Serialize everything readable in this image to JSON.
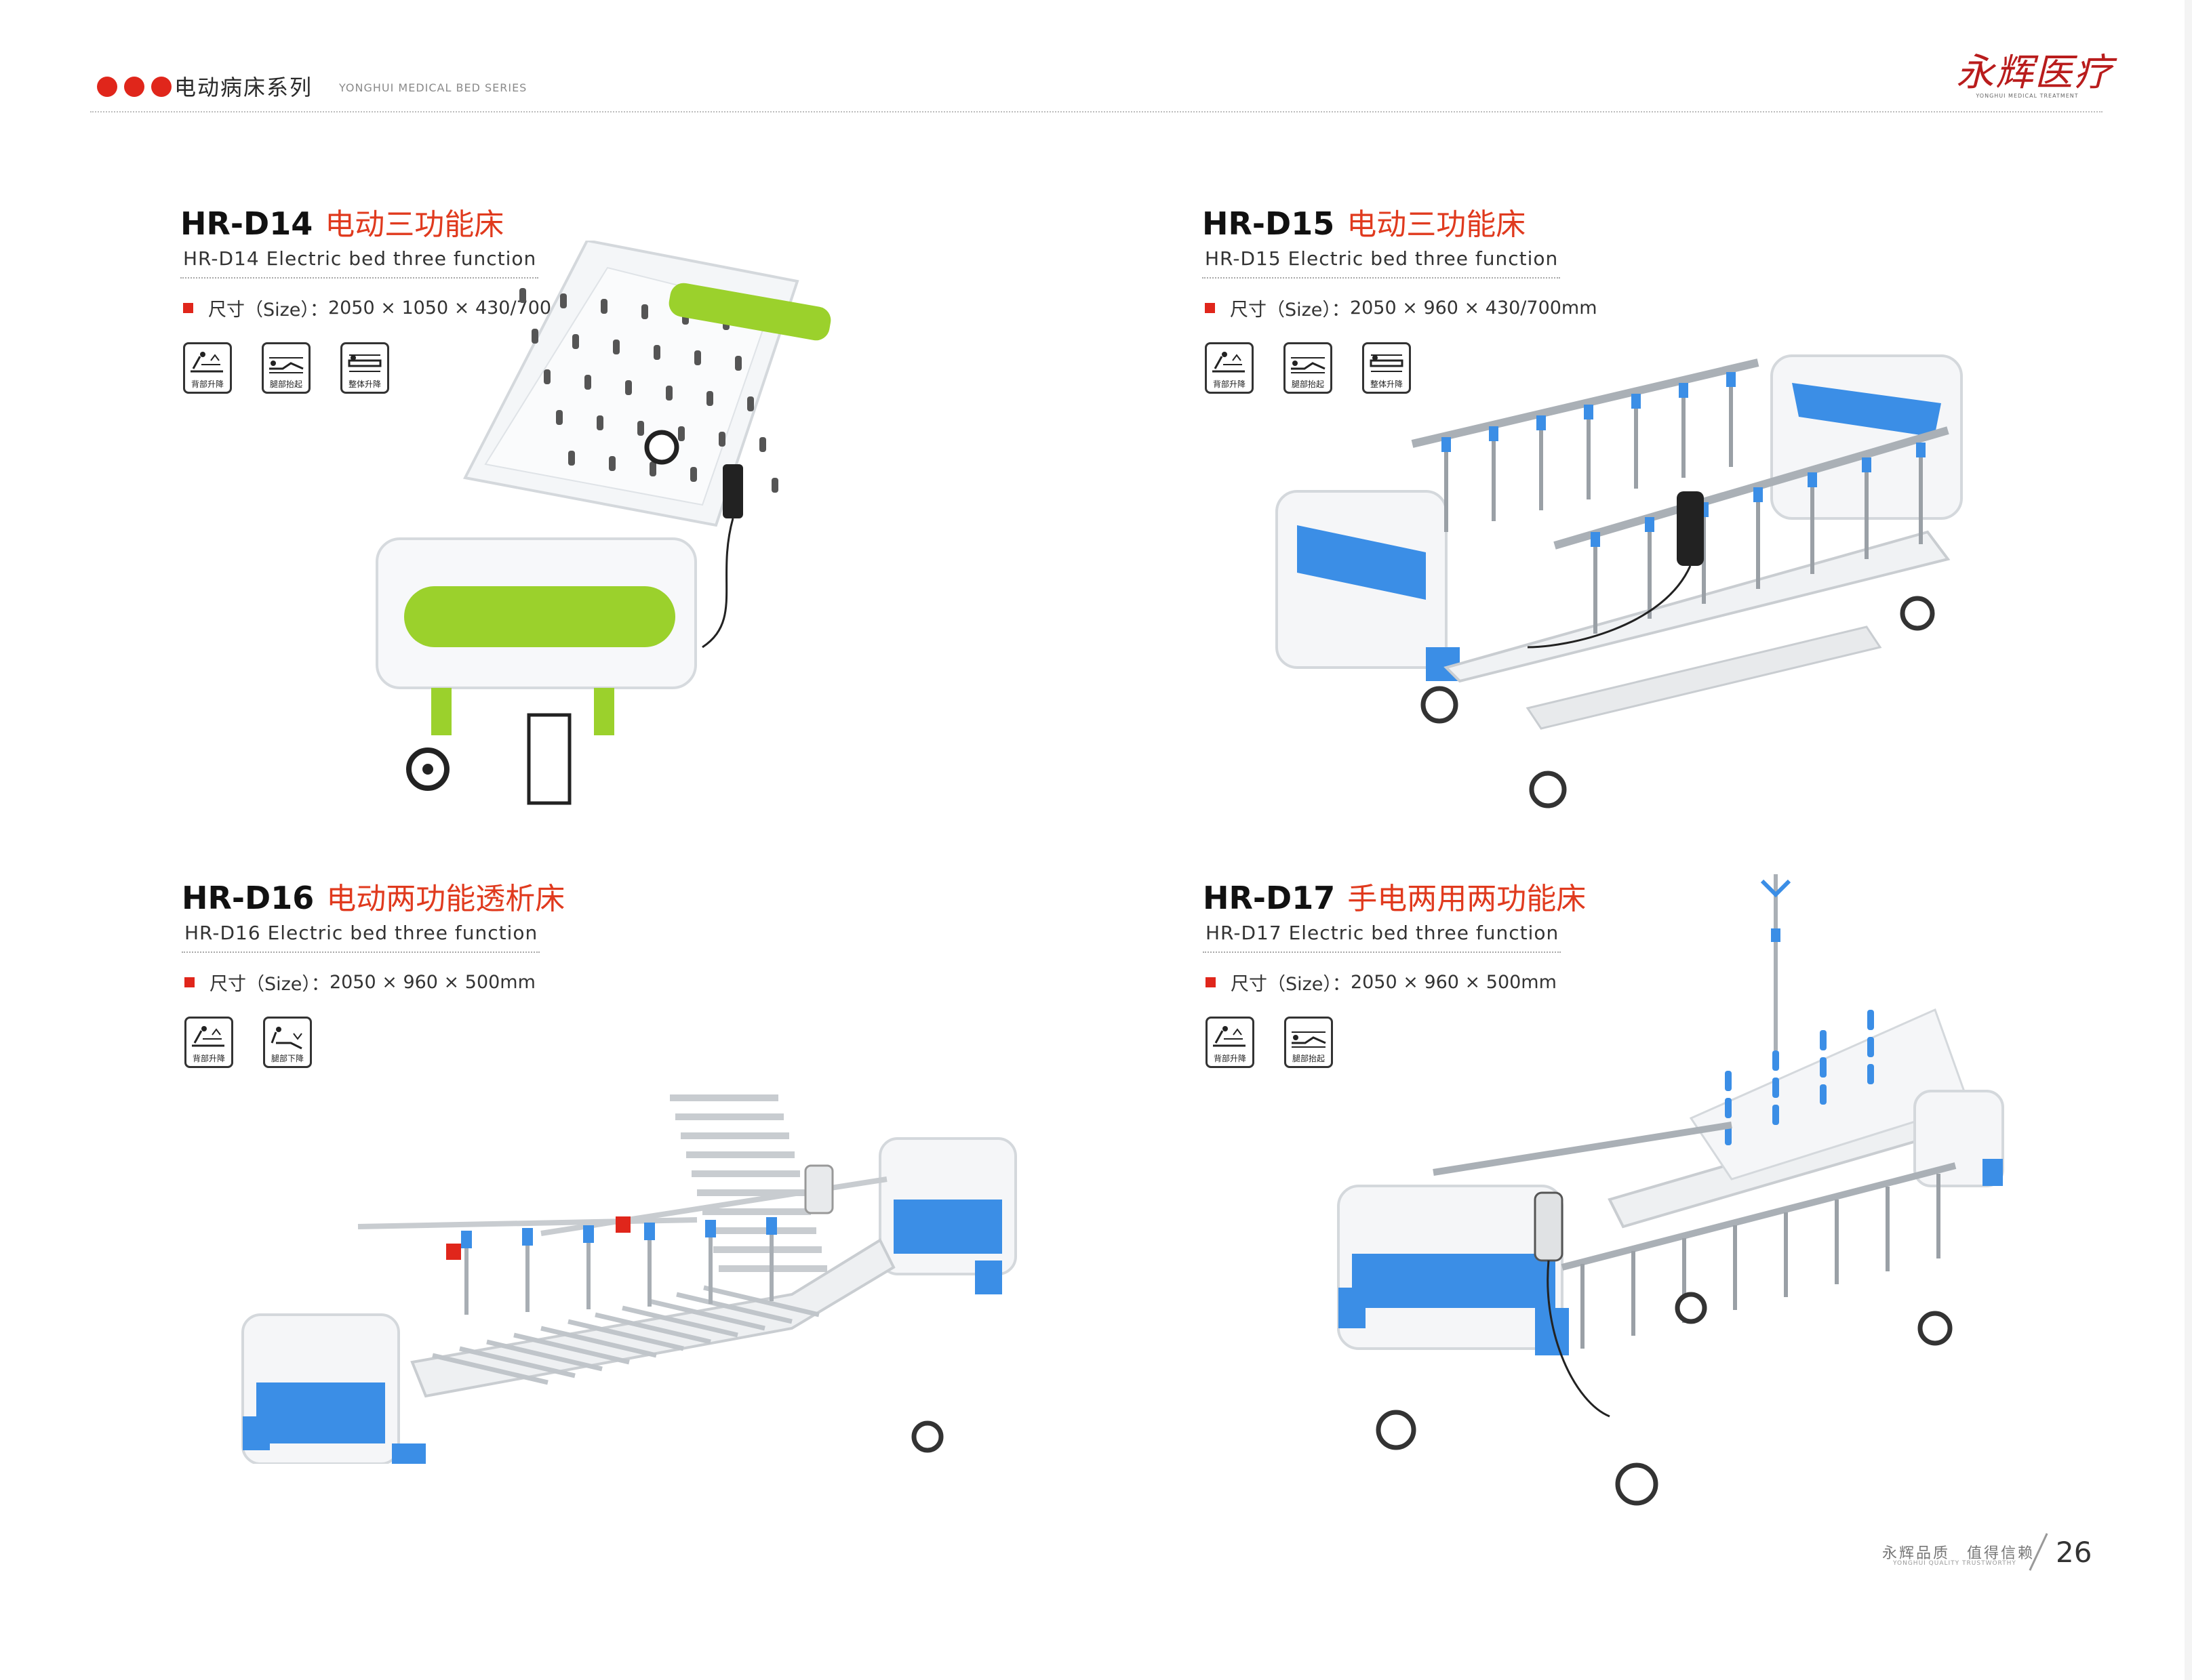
{
  "header": {
    "series_cn": "电动病床系列",
    "series_en": "YONGHUI MEDICAL BED SERIES",
    "logo_cn": "永辉医疗",
    "logo_en": "YONGHUI MEDICAL TREATMENT"
  },
  "products": [
    {
      "model": "HR-D14",
      "cn_name": "电动三功能床",
      "subtitle": "HR-D14 Electric bed three function",
      "size_label": "尺寸（Size）：",
      "size_value": "2050 × 1050 × 430/700mm",
      "icons": [
        {
          "name": "back-lift-icon",
          "caption": "背部升降"
        },
        {
          "name": "leg-lift-icon",
          "caption": "腿部抬起"
        },
        {
          "name": "whole-lift-icon",
          "caption": "整体升降"
        }
      ],
      "accent_color": "#9bd12c"
    },
    {
      "model": "HR-D15",
      "cn_name": "电动三功能床",
      "subtitle": "HR-D15 Electric bed three function",
      "size_label": "尺寸（Size）：",
      "size_value": "2050 × 960 × 430/700mm",
      "icons": [
        {
          "name": "back-lift-icon",
          "caption": "背部升降"
        },
        {
          "name": "leg-lift-icon",
          "caption": "腿部抬起"
        },
        {
          "name": "whole-lift-icon",
          "caption": "整体升降"
        }
      ],
      "accent_color": "#3b8ee6"
    },
    {
      "model": "HR-D16",
      "cn_name": "电动两功能透析床",
      "subtitle": "HR-D16 Electric bed three function",
      "size_label": "尺寸（Size）：",
      "size_value": "2050 × 960 × 500mm",
      "icons": [
        {
          "name": "back-lift-icon",
          "caption": "背部升降"
        },
        {
          "name": "leg-lower-icon",
          "caption": "腿部下降"
        }
      ],
      "accent_color": "#3b8ee6"
    },
    {
      "model": "HR-D17",
      "cn_name": "手电两用两功能床",
      "subtitle": "HR-D17 Electric bed three function",
      "size_label": "尺寸（Size）：",
      "size_value": "2050 × 960 × 500mm",
      "icons": [
        {
          "name": "back-lift-icon",
          "caption": "背部升降"
        },
        {
          "name": "leg-lift-icon",
          "caption": "腿部抬起"
        }
      ],
      "accent_color": "#3b8ee6"
    }
  ],
  "footer": {
    "slogan_cn": "永辉品质　值得信赖",
    "slogan_en": "YONGHUI QUALITY TRUSTWORTHY",
    "page_number": "26"
  },
  "colors": {
    "brand_red": "#e0261b",
    "title_orange": "#e03a1e",
    "green_accent": "#9bd12c",
    "blue_accent": "#3b8ee6"
  }
}
